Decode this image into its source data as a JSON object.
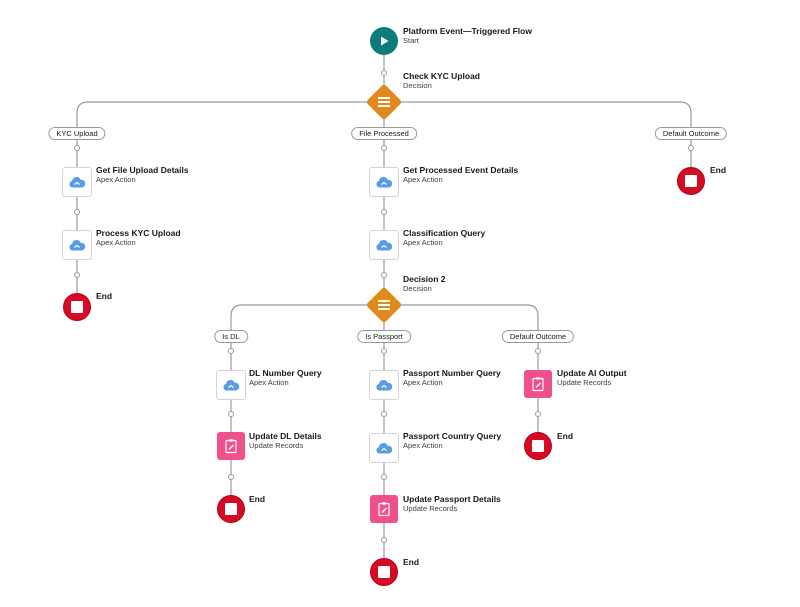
{
  "start": {
    "title": "Platform Event—Triggered Flow",
    "sub": "Start"
  },
  "decision_1": {
    "title": "Check KYC Upload",
    "sub": "Decision",
    "outcomes": [
      "KYC Upload",
      "File Processed",
      "Default Outcome"
    ]
  },
  "kyc_branch": [
    {
      "title": "Get File Upload Details",
      "sub": "Apex Action"
    },
    {
      "title": "Process KYC Upload",
      "sub": "Apex Action"
    }
  ],
  "processed_branch": [
    {
      "title": "Get Processed Event Details",
      "sub": "Apex Action"
    },
    {
      "title": "Classification Query",
      "sub": "Apex Action"
    }
  ],
  "decision_2": {
    "title": "Decision 2",
    "sub": "Decision",
    "outcomes": [
      "Is DL",
      "Is Passport",
      "Default Outcome"
    ]
  },
  "dl_branch": [
    {
      "title": "DL Number Query",
      "sub": "Apex Action"
    },
    {
      "title": "Update DL Details",
      "sub": "Update Records"
    }
  ],
  "passport_branch": [
    {
      "title": "Passport Number Query",
      "sub": "Apex Action"
    },
    {
      "title": "Passport Country Query",
      "sub": "Apex Action"
    },
    {
      "title": "Update Passport Details",
      "sub": "Update Records"
    }
  ],
  "default_branch_2": [
    {
      "title": "Update AI Output",
      "sub": "Update Records"
    }
  ],
  "end_label": "End",
  "colors": {
    "start": "#0b7c7a",
    "decision": "#e08a1c",
    "update": "#f0508c",
    "end": "#d50b24",
    "apex_cloud": "#5a9be6",
    "connector": "#9a9a9a"
  },
  "icons": {
    "start": "play-icon",
    "decision": "decision-icon",
    "apex": "cloud-apex-icon",
    "update": "update-records-icon",
    "end": "stop-icon"
  }
}
